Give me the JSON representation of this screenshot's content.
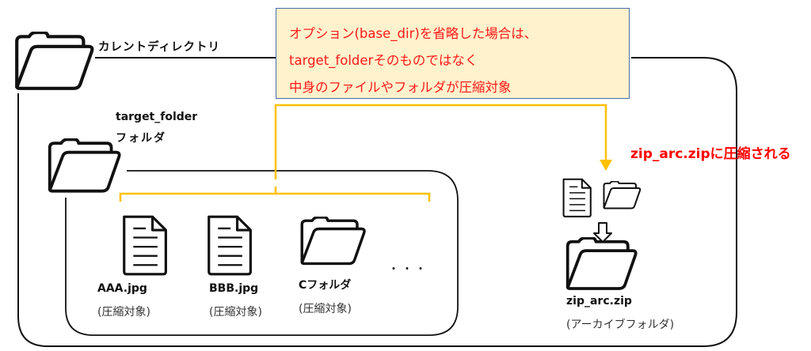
{
  "current_dir_label": "カレントディレクトリ",
  "note": {
    "line1": "オプション(base_dir)を省略した場合は、",
    "line2": "target_folderそのものではなく",
    "line3": "中身のファイルやフォルダが圧縮対象"
  },
  "target_folder": {
    "line1": "target_folder",
    "line2": "フォルダ"
  },
  "items": [
    {
      "name": "AAA.jpg",
      "note": "(圧縮対象)",
      "icon": "file-icon"
    },
    {
      "name": "BBB.jpg",
      "note": "(圧縮対象)",
      "icon": "file-icon"
    },
    {
      "name": "Cフォルダ",
      "note": "(圧縮対象)",
      "icon": "folder-icon"
    }
  ],
  "ellipsis": "・・・",
  "compress_label": "zip_arc.zipに圧縮される",
  "archive": {
    "name": "zip_arc.zip",
    "note": "(アーカイブフォルダ)"
  },
  "colors": {
    "accent": "#ffc000",
    "note_bg": "#fff2cc",
    "note_border": "#4a6ea8",
    "red": "#ff0000"
  }
}
